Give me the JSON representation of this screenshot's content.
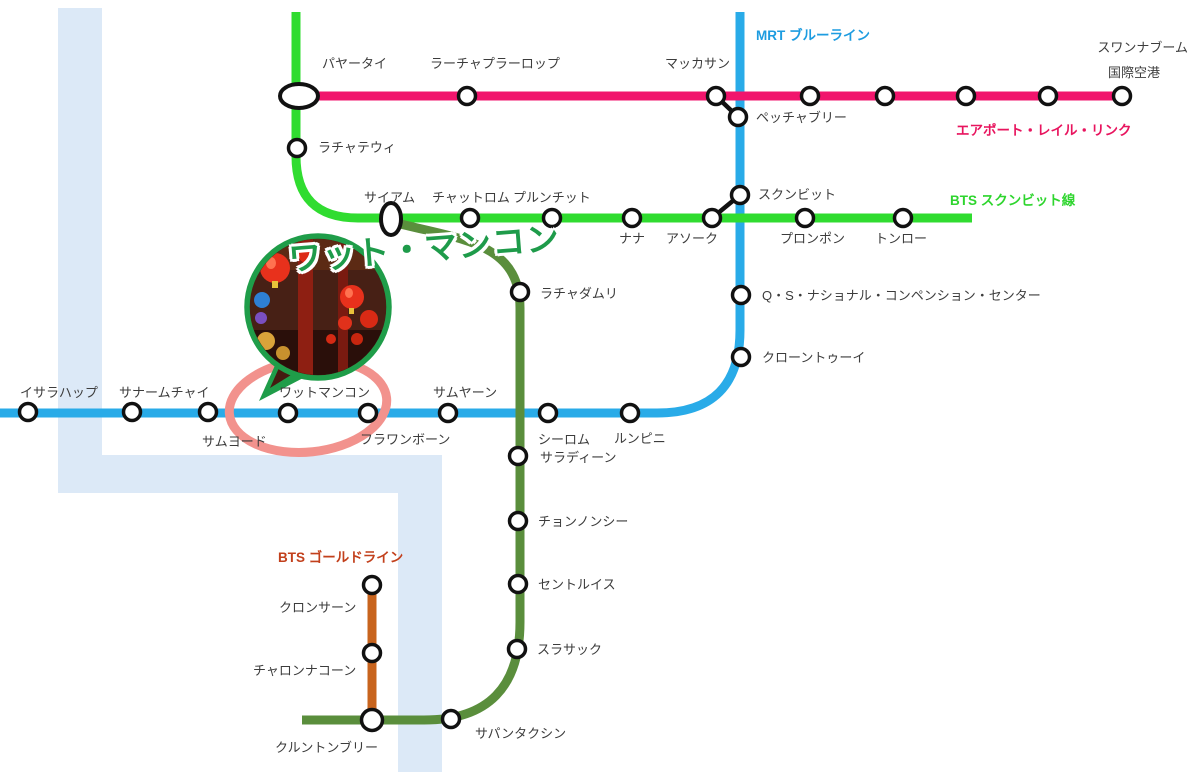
{
  "callout": {
    "title": "ワット・マンコン",
    "photo": "wat-mangkon-temple-photo",
    "bubble_border_color": "#1f9d49",
    "highlight_ellipse_color": "#f2928d"
  },
  "lines": {
    "airport_rail_link": {
      "label": "エアポート・レイル・リンク",
      "color": "#f1146c"
    },
    "mrt_blue": {
      "label": "MRT ブルーライン",
      "color": "#29abe8"
    },
    "bts_sukhumvit": {
      "label": "BTS スクンビット線",
      "color": "#30dc30"
    },
    "bts_silom": {
      "color": "#5a8e3c"
    },
    "bts_gold": {
      "label": "BTS ゴールドライン",
      "color": "#c8641e"
    },
    "river_color": "#dce9f7"
  },
  "stations": {
    "phaya_thai": "パヤータイ",
    "ratchaprarop": "ラーチャプラーロップ",
    "makkasan": "マッカサン",
    "suvarnabhumi_1": "スワンナブーム",
    "suvarnabhumi_2": "国際空港",
    "phetchaburi": "ペッチャブリー",
    "ratchathewi": "ラチャテウィ",
    "siam": "サイアム",
    "chit_lom": "チャットロム",
    "phloen_chit": "プルンチット",
    "nana": "ナナ",
    "asok": "アソーク",
    "sukhumvit": "スクンビット",
    "phrom_phong": "プロンポン",
    "thong_lo": "トンロー",
    "qsncc": "Q・S・ナショナル・コンペンション・センター",
    "khlong_toei": "クローントゥーイ",
    "lumphini": "ルンピニ",
    "si_lom": "シーロム",
    "sala_daeng": "サラディーン",
    "sam_yan": "サムヤーン",
    "hua_lamphong": "フラワンボーン",
    "wat_mangkon": "ワットマンコン",
    "sam_yot": "サムヨード",
    "sanam_chai": "サナームチャイ",
    "itsaraphap": "イサラハップ",
    "ratchadamri": "ラチャダムリ",
    "chong_nonsi": "チョンノンシー",
    "saint_louis": "セントルイス",
    "surasak": "スラサック",
    "saphan_taksin": "サパンタクシン",
    "krung_thonburi": "クルントンブリー",
    "charoen_nakhon": "チャロンナコーン",
    "khlong_san": "クロンサーン"
  }
}
